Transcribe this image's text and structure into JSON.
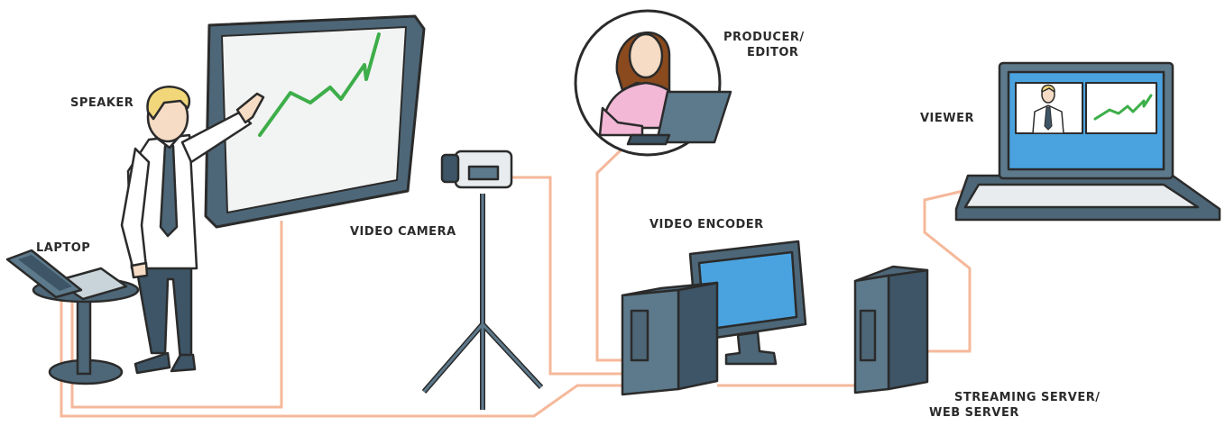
{
  "labels": {
    "speaker": "SPEAKER",
    "laptop": "LAPTOP",
    "video_camera": "VIDEO CAMERA",
    "producer_line1": "PRODUCER/",
    "producer_line2": "EDITOR",
    "video_encoder": "VIDEO ENCODER",
    "viewer": "VIEWER",
    "streaming_line1": "STREAMING SERVER/",
    "streaming_line2": "WEB SERVER"
  },
  "colors": {
    "cable": "#f5b89a",
    "device_dark": "#3d5566",
    "device_mid": "#5d7a8c",
    "screen_blue": "#4aa3df",
    "chart_green": "#3dae49",
    "outline": "#2b2b2b",
    "producer_shirt": "#f2b8d6",
    "skin": "#f6dcc4",
    "hair_blond": "#f2d77a",
    "hair_brown": "#8a4a1e"
  }
}
